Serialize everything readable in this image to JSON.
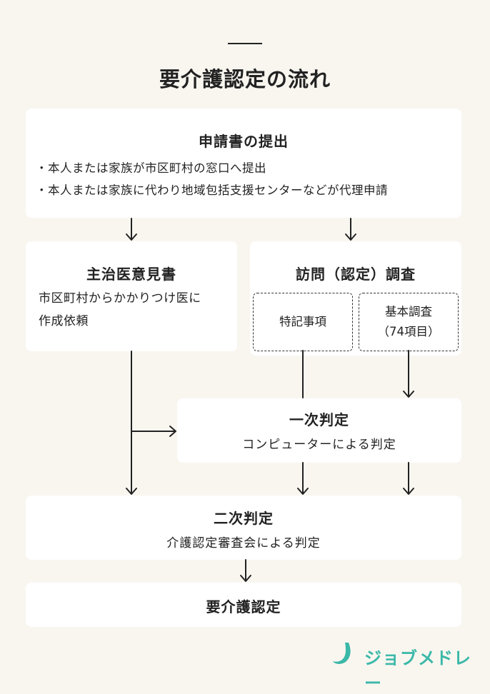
{
  "title": "要介護認定の流れ",
  "application": {
    "title": "申請書の提出",
    "bullets": [
      "・本人または家族が市区町村の窓口へ提出",
      "・本人または家族に代わり地域包括支援センターなどが代理申請"
    ]
  },
  "doctor_opinion": {
    "title": "主治医意見書",
    "lines": [
      "市区町村からかかりつけ医に",
      "作成依頼"
    ]
  },
  "visit_survey": {
    "title": "訪問（認定）調査",
    "special_notes": "特記事項",
    "basic_survey_line1": "基本調査",
    "basic_survey_line2": "（74項目）"
  },
  "primary_judgement": {
    "title": "一次判定",
    "subtitle": "コンピューターによる判定"
  },
  "secondary_judgement": {
    "title": "二次判定",
    "subtitle": "介護認定審査会による判定"
  },
  "result": {
    "title": "要介護認定"
  },
  "logo": {
    "text": "ジョブメドレー",
    "color": "#3bb8a8"
  }
}
